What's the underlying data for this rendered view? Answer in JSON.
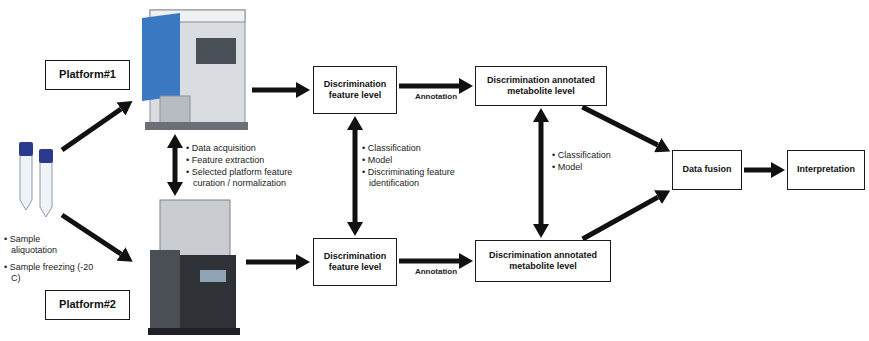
{
  "diagram": {
    "nodes": [
      {
        "text": [
          "Platform#1"
        ]
      },
      {
        "text": [
          "Discrimination feature level"
        ]
      },
      {
        "text": [
          "Discrimination annotated metabolite level"
        ]
      },
      {
        "text": [
          "Data fusion"
        ]
      },
      {
        "text": [
          "Interpretation"
        ]
      },
      {
        "text": [
          "Platform#2"
        ]
      },
      {
        "text": [
          "Discrimination feature level"
        ]
      },
      {
        "text": [
          "Discrimination annotated metabolite level"
        ]
      }
    ],
    "edges": [
      {
        "from": 1,
        "to": 2,
        "label": "Annotation",
        "arrow": "to"
      },
      {
        "from": 6,
        "to": 7,
        "label": "Annotation",
        "arrow": "to"
      },
      {
        "from": 1,
        "to": 6,
        "arrow": "both"
      },
      {
        "from": 2,
        "to": 7,
        "arrow": "both"
      },
      {
        "from": 2,
        "to": 3,
        "arrow": "to"
      },
      {
        "from": 7,
        "to": 3,
        "arrow": "to"
      },
      {
        "from": 3,
        "to": 4,
        "arrow": "to"
      }
    ],
    "labels": [
      "• Sample aliquotation",
      "• Sample freezing (-20 C)",
      "• Data acquisition",
      "• Feature extraction",
      "• Selected platform feature curation / normalization",
      "• Classification",
      "• Model",
      "• Discriminating feature identification",
      "• Classification",
      "• Model"
    ]
  }
}
